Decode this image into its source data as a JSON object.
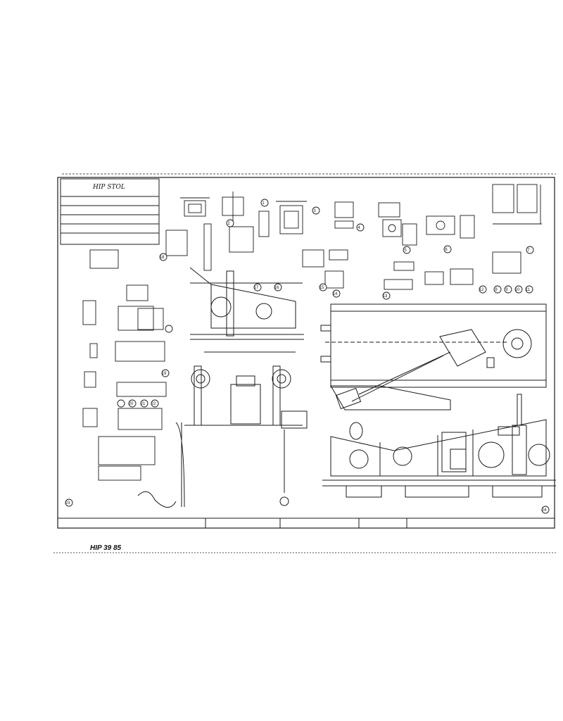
{
  "drawing": {
    "title_block": {
      "handwritten_title": "HIP STOL",
      "lines": [
        "",
        "",
        "",
        "",
        ""
      ]
    },
    "bottom_title_strip": [
      "",
      "",
      "",
      "",
      ""
    ],
    "side_labels": {
      "view_bottom_right": ""
    },
    "sheet_code": "HIP 39 85",
    "detail_numbers": [
      "1",
      "2",
      "3",
      "4",
      "5",
      "6",
      "7",
      "8",
      "9",
      "10",
      "11",
      "12",
      "13",
      "14",
      "15",
      "16",
      "17",
      "18",
      "19",
      "20",
      "21",
      "22",
      "23",
      "24"
    ]
  },
  "colors": {
    "ink": "#1a1a1a",
    "paper": "#ffffff"
  }
}
